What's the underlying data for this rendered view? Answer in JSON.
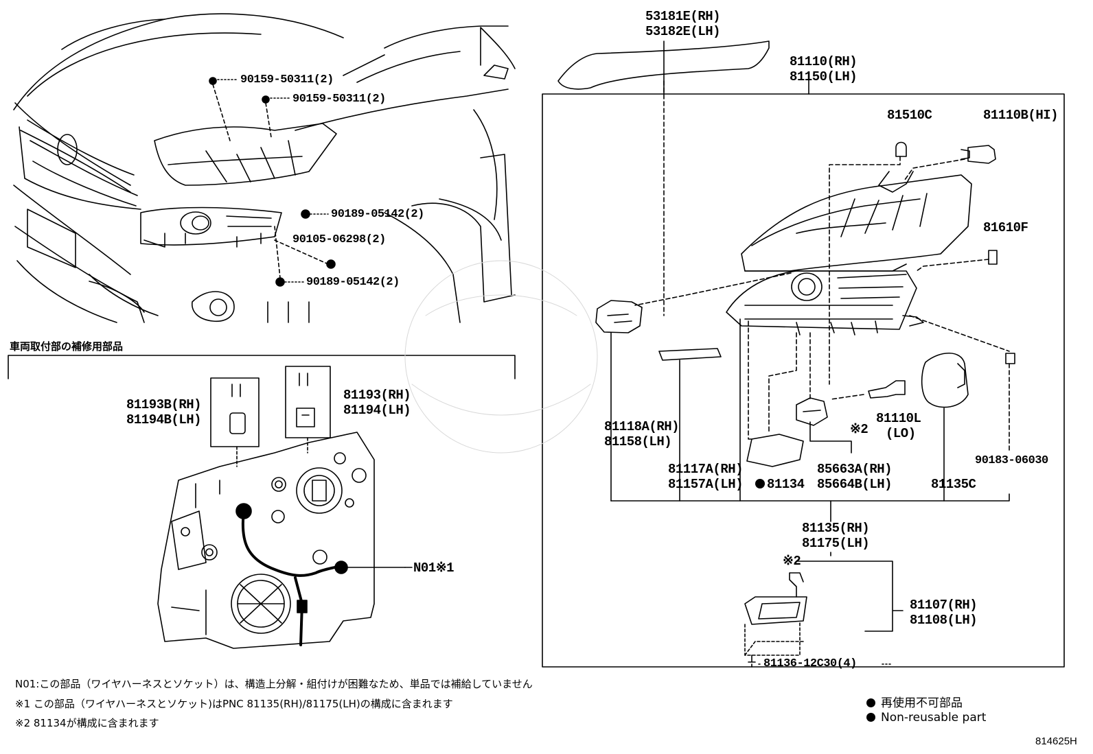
{
  "diagram_code": "814625H",
  "section_heading": "車両取付部の補修用部品",
  "parts": {
    "garnish_rh": "53181E(RH)",
    "garnish_lh": "53182E(LH)",
    "headlamp_rh": "81110(RH)",
    "headlamp_lh": "81150(LH)",
    "bulb_81510c": "81510C",
    "bulb_hi": "81110B(HI)",
    "bulb_81610f": "81610F",
    "bracket_a_rh": "81118A(RH)",
    "bracket_a_lh": "81158(LH)",
    "part_81117a_rh": "81117A(RH)",
    "part_81157a_lh": "81157A(LH)",
    "gasket_81134": "81134",
    "part_85663a_rh": "85663A(RH)",
    "part_85664b_lh": "85664B(LH)",
    "ref_2_a": "※2",
    "bulb_lo_1": "81110L",
    "bulb_lo_2": "(LO)",
    "cap_81135c": "81135C",
    "clip_90183": "90183-06030",
    "unit_rh": "81135(RH)",
    "unit_lh": "81175(LH)",
    "ref_2_b": "※2",
    "ballast_rh": "81107(RH)",
    "ballast_lh": "81108(LH)",
    "screw_81136": "81136-12C30(4)",
    "bolt_50311_a": "90159-50311(2)",
    "bolt_50311_b": "90159-50311(2)",
    "nut_05142_a": "90189-05142(2)",
    "bolt_06298": "90105-06298(2)",
    "nut_05142_b": "90189-05142(2)",
    "bracket_b_rh": "81193B(RH)",
    "bracket_b_lh": "81194B(LH)",
    "bracket_rh": "81193(RH)",
    "bracket_lh": "81194(LH)",
    "n01_label": "N01※1"
  },
  "notes": {
    "n01": "N01:この部品（ワイヤハーネスとソケット）は、構造上分解・組付けが困難なため、単品では補給していません",
    "ref1": "※1 この部品（ワイヤハーネスとソケット)はPNC 81135(RH)/81175(LH)の構成に含まれます",
    "ref2": "※2 81134が構成に含まれます"
  },
  "legend": {
    "jp": "再使用不可部品",
    "en": "Non-reusable part"
  }
}
